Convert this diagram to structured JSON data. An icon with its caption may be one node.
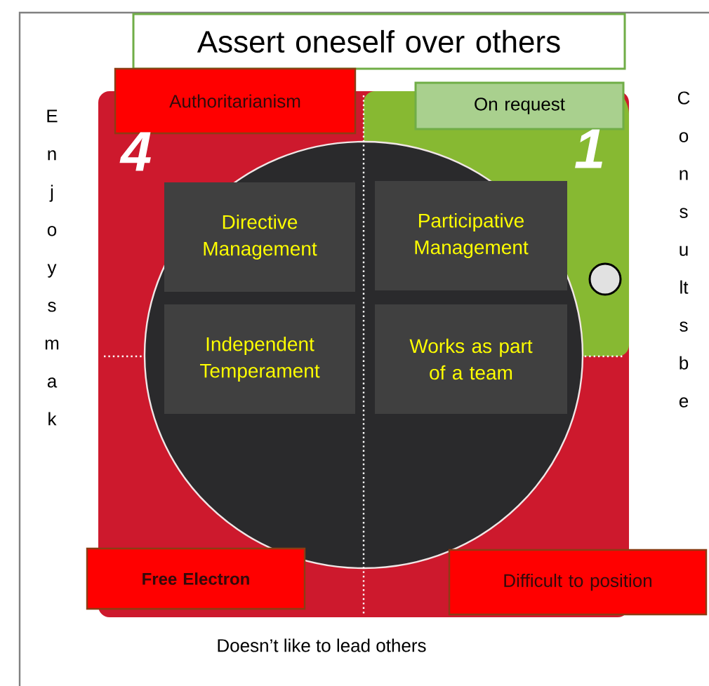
{
  "diagram": {
    "nodes": [
      {
        "text": [
          "Assert oneself over others"
        ]
      },
      {
        "text": [
          "Authoritarianism"
        ]
      },
      {
        "text": [
          "On request"
        ]
      },
      {
        "text": [
          "Directive Management"
        ]
      },
      {
        "text": [
          "Participative Management"
        ]
      },
      {
        "text": [
          "Independent Temperament"
        ]
      },
      {
        "text": [
          "Works as part of a team"
        ]
      },
      {
        "text": [
          "Free Electron"
        ]
      },
      {
        "text": [
          "Difficult to position"
        ]
      }
    ],
    "labels": [
      "E n j o y s m a k",
      "4",
      "1",
      "C o n s u lt s b e",
      "Doesn’t like to lead others"
    ]
  }
}
